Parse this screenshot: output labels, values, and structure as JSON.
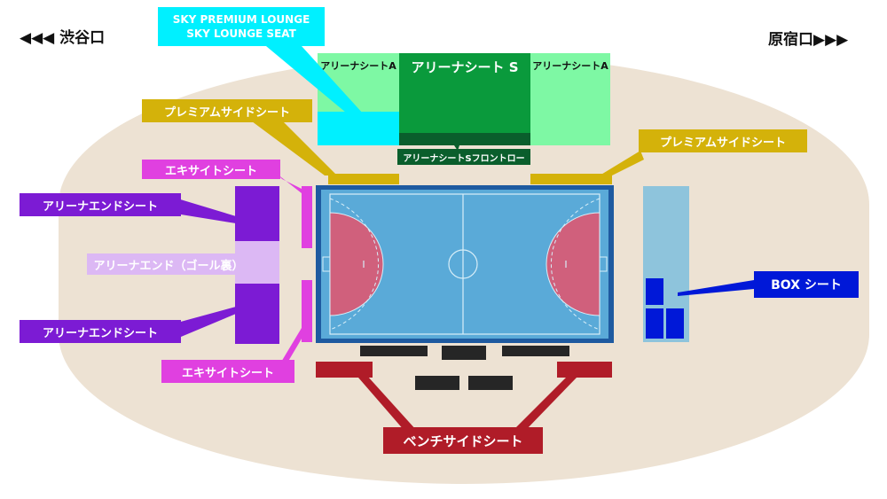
{
  "entrances": {
    "left": "◀◀◀ 渋谷口",
    "right": "原宿口▶▶▶"
  },
  "sections": {
    "sky_lounge_line1": "SKY PREMIUM LOUNGE",
    "sky_lounge_line2": "SKY LOUNGE SEAT",
    "arena_a_left": "アリーナシートA",
    "arena_s": "アリーナシート S",
    "arena_a_right": "アリーナシートA",
    "arena_s_front": "アリーナシートSフロントロー",
    "premium_side_left": "プレミアムサイドシート",
    "premium_side_right": "プレミアムサイドシート",
    "excite_top": "エキサイトシート",
    "excite_bottom": "エキサイトシート",
    "arena_end_top": "アリーナエンドシート",
    "arena_end_goal": "アリーナエンド（ゴール裏）",
    "arena_end_bottom": "アリーナエンドシート",
    "box": "BOX シート",
    "bench_side": "ベンチサイドシート"
  },
  "colors": {
    "venue": "#ede2d3",
    "court": "#5aaad8",
    "court_border": "#1e5aa0",
    "goal_area": "#d0607c",
    "sky_lounge": "#00f0ff",
    "arena_a": "#7ef8a4",
    "arena_s": "#0a9a3c",
    "arena_s_front": "#0a5e2c",
    "premium": "#d4b20a",
    "excite": "#e040e0",
    "arena_end": "#7c1bd4",
    "arena_end_goal": "#dcb8f4",
    "box": "#0018d8",
    "box_area": "#8ec4dc",
    "bench_side": "#b01c28",
    "bench": "#262626"
  }
}
